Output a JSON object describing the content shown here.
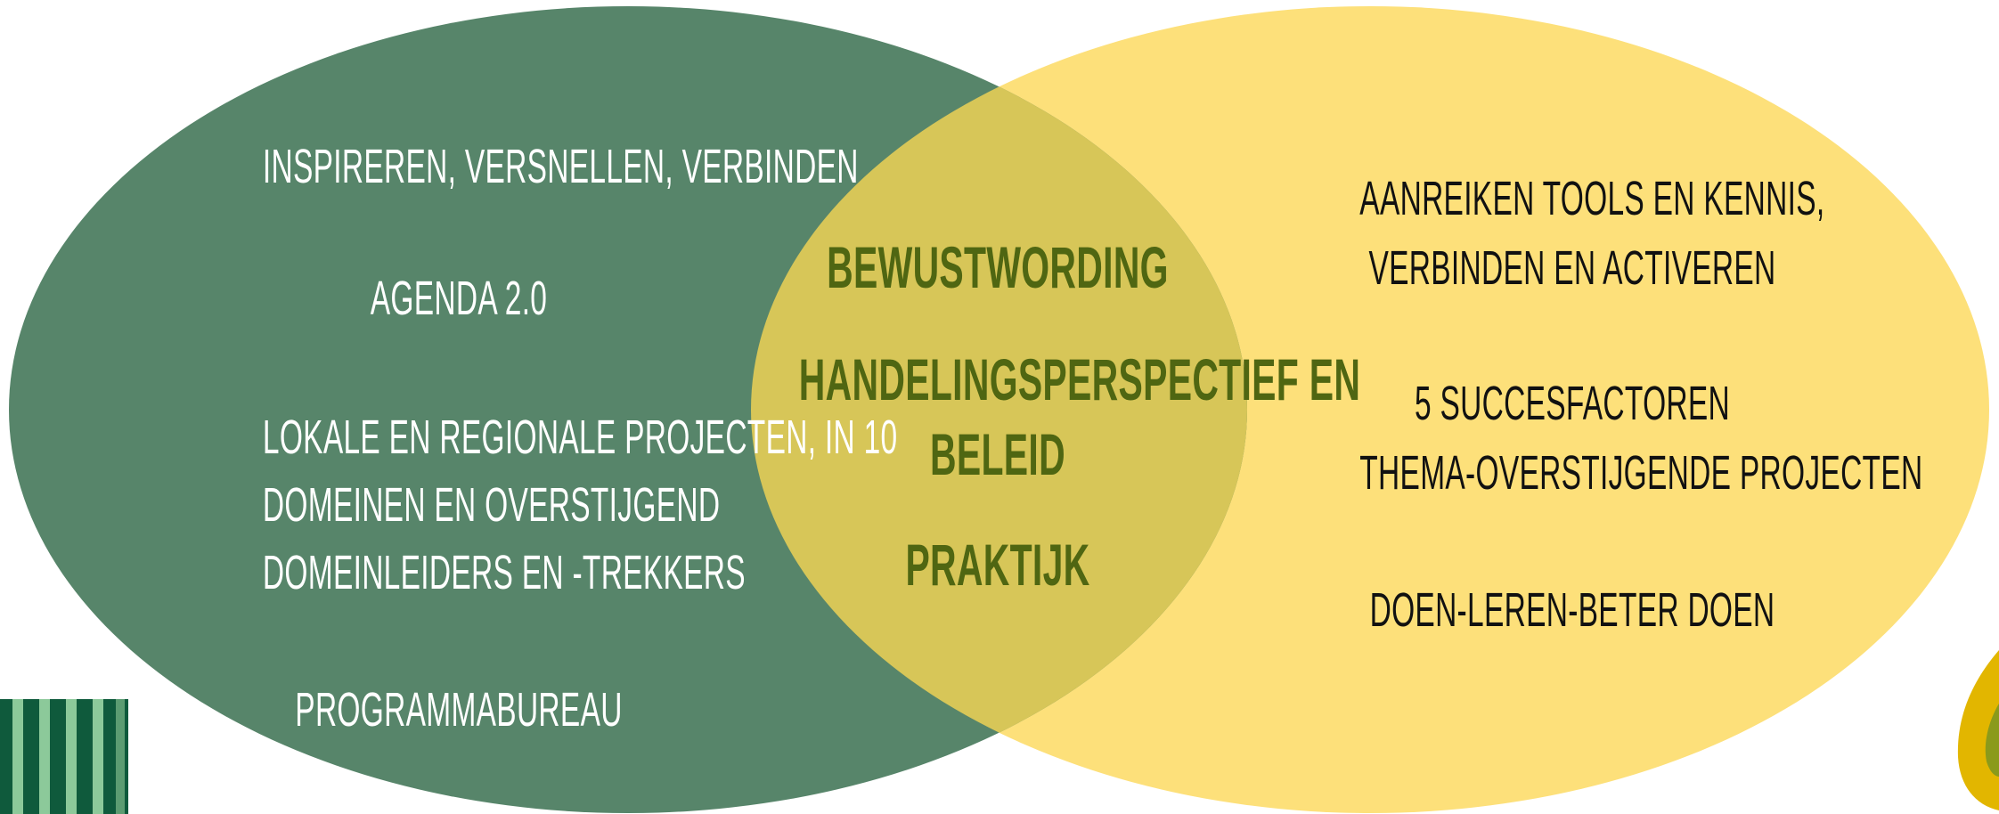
{
  "diagram": {
    "type": "venn",
    "colors": {
      "left_circle": "#57856a",
      "right_circle": "#fde07a",
      "overlap": "#d7c658",
      "left_text": "#ffffff",
      "right_text": "#111111",
      "overlap_text": "#4f6612"
    },
    "left": {
      "line1": "INSPIREREN, VERSNELLEN, VERBINDEN",
      "line2": "AGENDA 2.0",
      "line3": "LOKALE EN REGIONALE PROJECTEN, IN 10",
      "line4": "DOMEINEN EN OVERSTIJGEND",
      "line5": "DOMEINLEIDERS EN -TREKKERS",
      "line6": "PROGRAMMABUREAU"
    },
    "overlap": {
      "line1": "BEWUSTWORDING",
      "line2": "HANDELINGSPERSPECTIEF EN",
      "line3": "BELEID",
      "line4": "PRAKTIJK"
    },
    "right": {
      "line1": "AANREIKEN TOOLS EN KENNIS,",
      "line2": "VERBINDEN EN ACTIVEREN",
      "line3": "5 SUCCESFACTOREN",
      "line4": "THEMA-OVERSTIJGENDE PROJECTEN",
      "line5": "DOEN-LEREN-BETER DOEN"
    }
  },
  "decorations": {
    "stripes_icon": "vertical-stripes-pattern",
    "stripe_colors": [
      "#0f5a3c",
      "#8cc99a"
    ],
    "leaf_icon": "leaf-droplet-shape",
    "leaf_colors": [
      "#e2b600",
      "#8a9a1b"
    ]
  }
}
